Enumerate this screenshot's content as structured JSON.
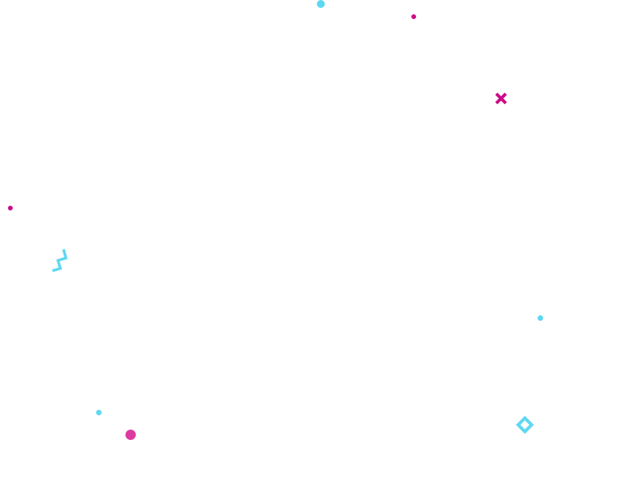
{
  "palette": {
    "background": "#ffffff",
    "cyan": "#5ed8f0",
    "magenta": "#cc0c8a",
    "pink": "#dc3a9f"
  },
  "decorations": [
    {
      "name": "cyan-dot-top",
      "shape": "dot",
      "color": "#5ed8f0"
    },
    {
      "name": "magenta-dot-top-right",
      "shape": "dot",
      "color": "#cc0c8a"
    },
    {
      "name": "magenta-cross-icon",
      "shape": "cross",
      "color": "#cc0c8a"
    },
    {
      "name": "magenta-dot-left",
      "shape": "dot",
      "color": "#cc0c8a"
    },
    {
      "name": "cyan-zigzag-icon",
      "shape": "zigzag",
      "color": "#5ed8f0"
    },
    {
      "name": "cyan-dot-right",
      "shape": "dot",
      "color": "#5ed8f0"
    },
    {
      "name": "cyan-dot-bottom-left",
      "shape": "dot",
      "color": "#5ed8f0"
    },
    {
      "name": "pink-dot-bottom-left",
      "shape": "dot",
      "color": "#dc3a9f"
    },
    {
      "name": "cyan-diamond-icon",
      "shape": "diamond",
      "color": "#5ed8f0"
    }
  ]
}
